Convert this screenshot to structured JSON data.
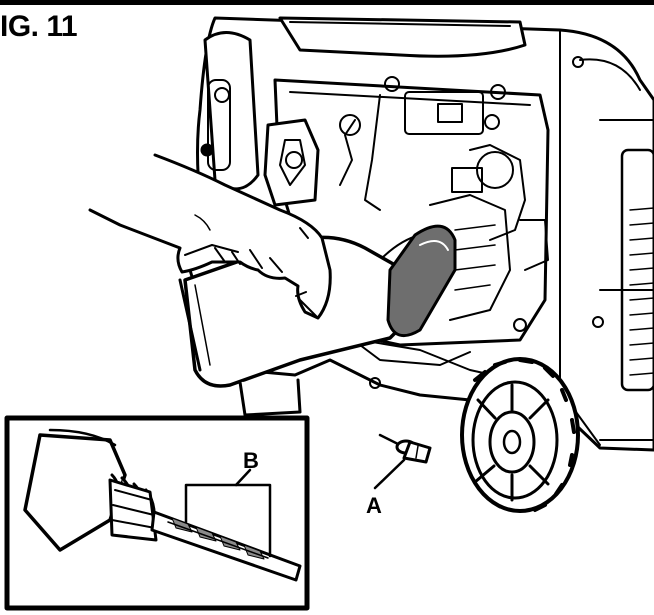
{
  "figure": {
    "title": "IG. 11",
    "callouts": {
      "a": "A",
      "b": "B"
    }
  },
  "colors": {
    "ink": "#000000",
    "paper": "#ffffff",
    "shade": "#6e6e6e"
  },
  "icons": [
    "generator-illustration",
    "oil-bottle",
    "hand",
    "dipstick-detail",
    "oil-plug"
  ]
}
